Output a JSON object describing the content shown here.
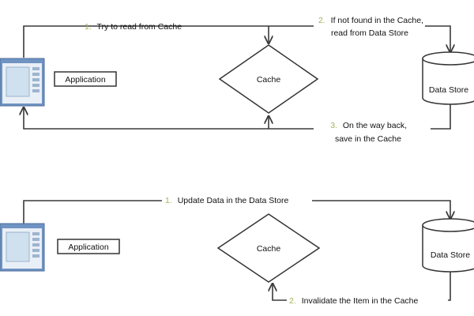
{
  "colors": {
    "line": "#3a3a3a",
    "step_number": "#a7b258",
    "app_window_frame": "#6f93c2",
    "app_window_screen": "#cfe0ee"
  },
  "read_flow": {
    "application_label": "Application",
    "cache_label": "Cache",
    "data_store_label": "Data Store",
    "step1": {
      "num": "1.",
      "text": "Try to read from Cache"
    },
    "step2": {
      "num": "2.",
      "line1": "If not found in the Cache,",
      "line2": "read from Data Store"
    },
    "step3": {
      "num": "3.",
      "line1": "On the way back,",
      "line2": "save in the Cache"
    }
  },
  "write_flow": {
    "application_label": "Application",
    "cache_label": "Cache",
    "data_store_label": "Data Store",
    "step1": {
      "num": "1.",
      "text": "Update Data in the Data Store"
    },
    "step2": {
      "num": "2.",
      "text": "Invalidate the Item in the Cache"
    }
  }
}
